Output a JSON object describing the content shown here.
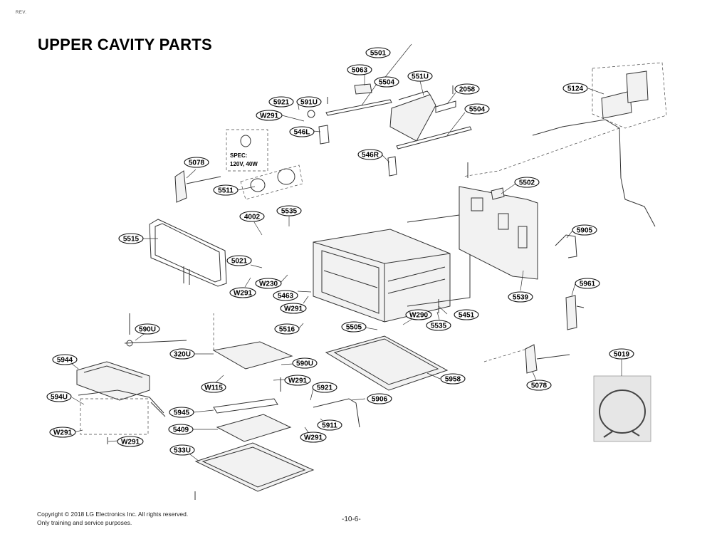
{
  "header": {
    "revision": "REV.",
    "title": "UPPER CAVITY PARTS"
  },
  "spec_box": {
    "line1": "SPEC:",
    "line2": "120V, 40W"
  },
  "callouts": [
    "5501",
    "5063",
    "5504",
    "551U",
    "2058",
    "5504",
    "5124",
    "5921",
    "591U",
    "W291",
    "546L",
    "546R",
    "5078",
    "5511",
    "5502",
    "4002",
    "5535",
    "5515",
    "5905",
    "5021",
    "W291",
    "W230",
    "5463",
    "W291",
    "5539",
    "5961",
    "5516",
    "W290",
    "5505",
    "5535",
    "5451",
    "590U",
    "320U",
    "5944",
    "590U",
    "W115",
    "W291",
    "5958",
    "5019",
    "594U",
    "5921",
    "5906",
    "5078",
    "5945",
    "5911",
    "W291",
    "W291",
    "5409",
    "W291",
    "533U"
  ],
  "footer": {
    "copyright": "Copyright © 2018 LG Electronics Inc. All rights reserved.",
    "usage": "Only training and service purposes.",
    "page": "-10-6-"
  }
}
